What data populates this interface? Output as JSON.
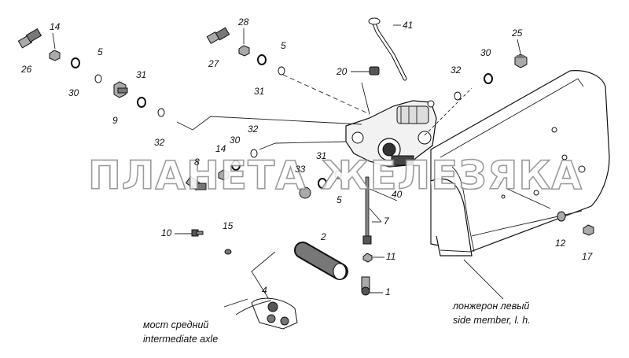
{
  "watermark": "ПЛАНЕТА ЖЕЛЕЗЯКА",
  "part_labels": {
    "p1": "1",
    "p2": "2",
    "p4": "4",
    "p5a": "5",
    "p5b": "5",
    "p5c": "5",
    "p7": "7",
    "p8": "8",
    "p9": "9",
    "p10": "10",
    "p11": "11",
    "p12": "12",
    "p14a": "14",
    "p14b": "14",
    "p15": "15",
    "p17": "17",
    "p20": "20",
    "p25": "25",
    "p26": "26",
    "p27": "27",
    "p28": "28",
    "p30a": "30",
    "p30b": "30",
    "p30c": "30",
    "p31a": "31",
    "p31b": "31",
    "p31c": "31",
    "p32a": "32",
    "p32b": "32",
    "p32c": "32",
    "p33": "33",
    "p40": "40",
    "p41": "41"
  },
  "captions": {
    "axle_ru": "мост средний",
    "axle_en": "intermediate axle",
    "member_ru": "лонжерон левый",
    "member_en": "side member, l. h."
  }
}
